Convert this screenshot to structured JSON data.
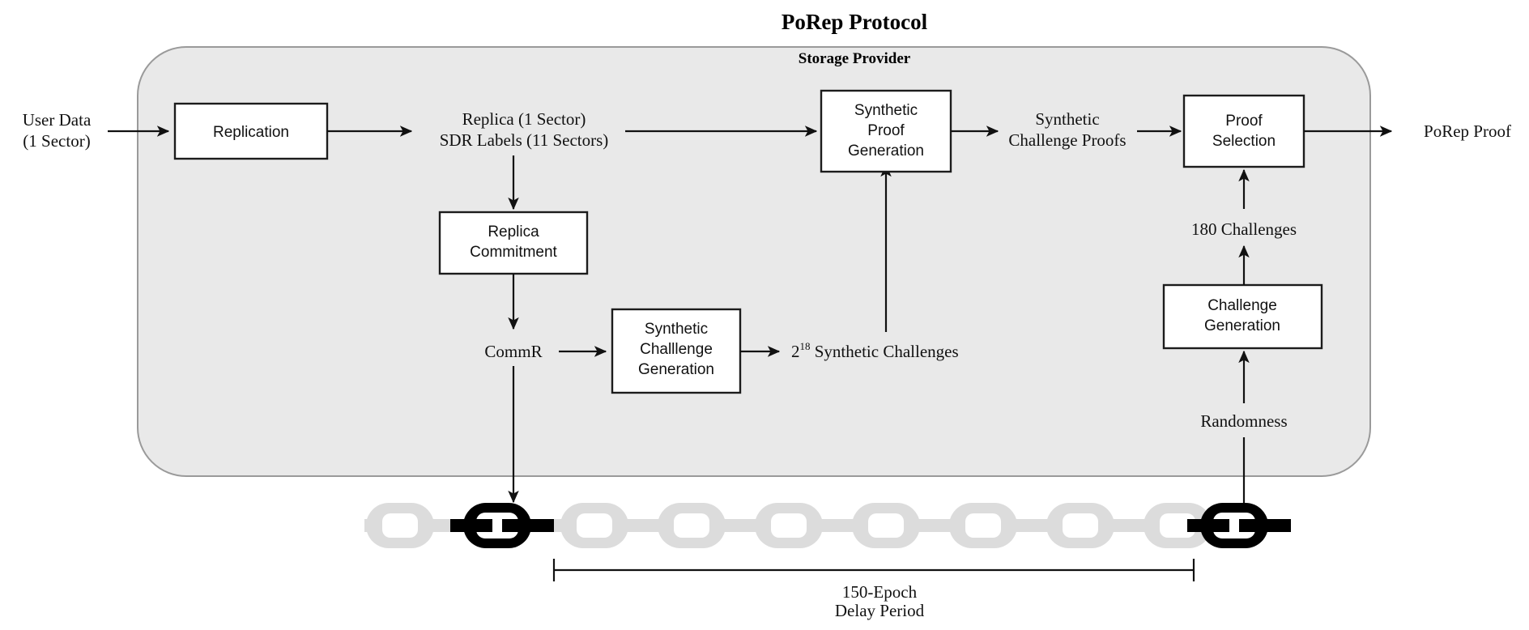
{
  "diagram": {
    "title": "PoRep Protocol",
    "container_label": "Storage Provider",
    "inputs": {
      "user_data_line1": "User Data",
      "user_data_line2": "(1 Sector)",
      "randomness": "Randomness"
    },
    "outputs": {
      "porep_proof": "PoRep Proof"
    },
    "boxes": [
      {
        "id": "replication",
        "line1": "Replication",
        "line2": "",
        "line3": ""
      },
      {
        "id": "replica-commitment",
        "line1": "Replica",
        "line2": "Commitment",
        "line3": ""
      },
      {
        "id": "synthetic-challenge-generation",
        "line1": "Synthetic",
        "line2": "Challlenge",
        "line3": "Generation"
      },
      {
        "id": "synthetic-proof-generation",
        "line1": "Synthetic",
        "line2": "Proof",
        "line3": "Generation"
      },
      {
        "id": "challenge-generation",
        "line1": "Challenge",
        "line2": "Generation",
        "line3": ""
      },
      {
        "id": "proof-selection",
        "line1": "Proof",
        "line2": "Selection",
        "line3": ""
      }
    ],
    "edge_labels": {
      "replica_line1": "Replica (1 Sector)",
      "replica_line2": "SDR Labels (11 Sectors)",
      "commr": "CommR",
      "synthetic_challenges_base": "2",
      "synthetic_challenges_exp": "18",
      "synthetic_challenges_rest": "Synthetic Challenges",
      "synthetic_challenge_proofs_line1": "Synthetic",
      "synthetic_challenge_proofs_line2": "Challenge Proofs",
      "challenges_180": "180 Challenges"
    },
    "blockchain": {
      "delay_line1": "150-Epoch",
      "delay_line2": "Delay Period",
      "link_count": 11,
      "highlighted_links": [
        1,
        10
      ],
      "dim_color": "#dcdcdc",
      "hot_color": "#000000"
    },
    "colors": {
      "container_fill": "#e9e9e9",
      "container_stroke": "#9a9a9a",
      "box_fill": "#ffffff",
      "box_stroke": "#1c1c1c",
      "line": "#111111",
      "text": "#111111",
      "background": "#ffffff"
    }
  }
}
